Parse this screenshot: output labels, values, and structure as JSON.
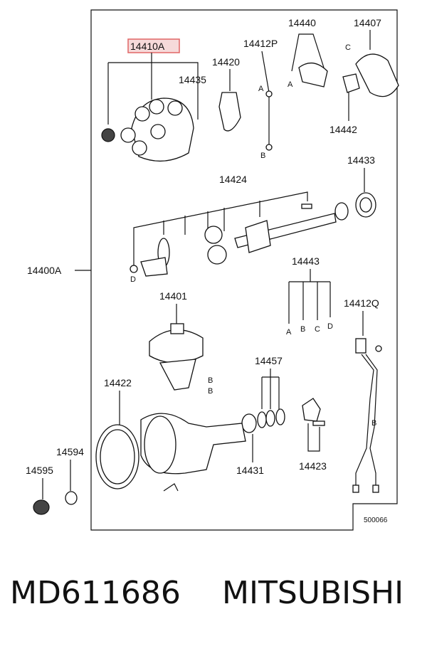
{
  "labels": {
    "p14410A": "14410A",
    "p14435": "14435",
    "p14420": "14420",
    "p14412P": "14412P",
    "p14440": "14440",
    "p14407": "14407",
    "p14442": "14442",
    "p14424": "14424",
    "p14433": "14433",
    "p14400A": "14400A",
    "p14443": "14443",
    "p14401": "14401",
    "p14412Q": "14412Q",
    "p14457": "14457",
    "p14422": "14422",
    "p14594": "14594",
    "p14595": "14595",
    "p14431": "14431",
    "p14423": "14423"
  },
  "letters": {
    "a": "A",
    "b": "B",
    "c": "C",
    "d": "D"
  },
  "diagram_id": "500066",
  "footer": {
    "part_number": "MD611686",
    "brand": "MITSUBISHI"
  },
  "colors": {
    "highlight_border": "#e06666",
    "highlight_fill": "#f6dada",
    "ink": "#111111"
  }
}
